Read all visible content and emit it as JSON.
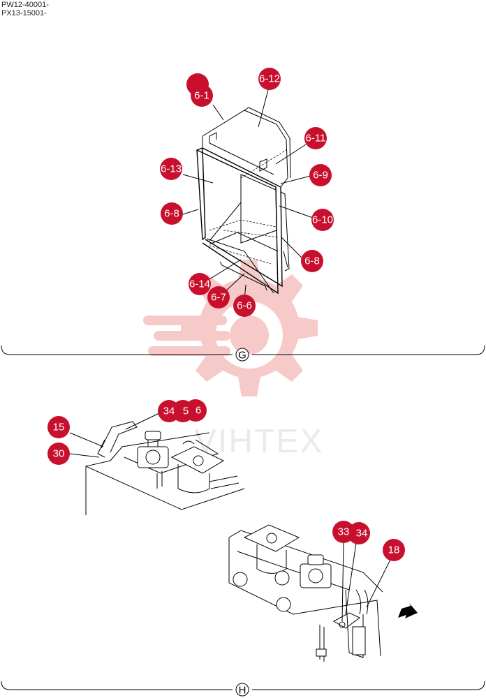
{
  "header": {
    "serial_line_1": "PW12-40001-",
    "serial_line_2": "PX13-15001-"
  },
  "colors": {
    "callout": "#c8102e",
    "watermark": "#f2b8b8"
  },
  "watermark": {
    "brand_text": "VIHTEX",
    "icon": "gear-icon"
  },
  "section_g": {
    "letter": "G",
    "callouts": [
      "6-1",
      "6-12",
      "6-11",
      "6-13",
      "6-9",
      "6-8",
      "6-10",
      "6-8",
      "6-14",
      "6-7",
      "6-6"
    ]
  },
  "section_h": {
    "letter": "H",
    "callouts": [
      "34",
      "5",
      "6",
      "15",
      "30",
      "33",
      "34",
      "18"
    ]
  },
  "icons": {
    "direction_arrow": "arrow-icon"
  }
}
